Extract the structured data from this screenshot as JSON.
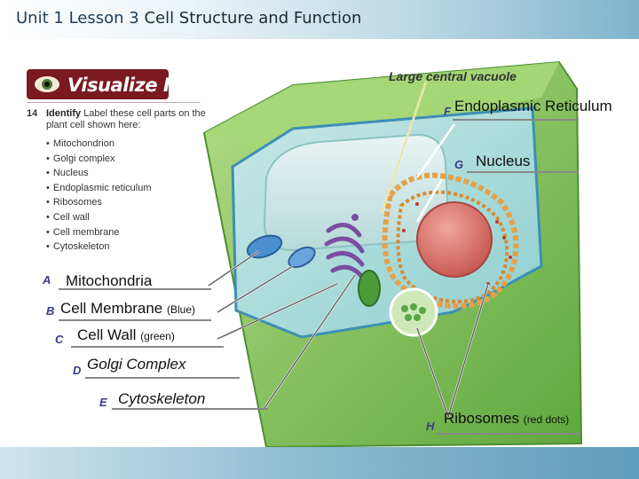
{
  "header": {
    "unit": "Unit 1",
    "lesson": "Lesson 3",
    "title": "Cell Structure and Function"
  },
  "visualize": {
    "banner": "Visualize It!",
    "number": "14",
    "heading_bold": "Identify",
    "heading_rest": "Label these cell parts on the plant cell shown here:",
    "items": [
      "Mitochondrion",
      "Golgi complex",
      "Nucleus",
      "Endoplasmic reticulum",
      "Ribosomes",
      "Cell wall",
      "Cell membrane",
      "Cytoskeleton"
    ]
  },
  "diagram": {
    "vacuole_label": "Large central vacuole"
  },
  "labels": {
    "A": {
      "letter": "A",
      "text": "Mitochondria",
      "note": ""
    },
    "B": {
      "letter": "B",
      "text": "Cell Membrane",
      "note": "(Blue)"
    },
    "C": {
      "letter": "C",
      "text": "Cell Wall",
      "note": "(green)"
    },
    "D": {
      "letter": "D",
      "text": "Golgi Complex",
      "note": ""
    },
    "E": {
      "letter": "E",
      "text": "Cytoskeleton",
      "note": ""
    },
    "F": {
      "letter": "F",
      "text": "Endoplasmic Reticulum",
      "note": ""
    },
    "G": {
      "letter": "G",
      "text": "Nucleus",
      "note": ""
    },
    "H": {
      "letter": "H",
      "text": "Ribosomes",
      "note": "(red dots)"
    }
  },
  "colors": {
    "cell_wall": "#7fc05a",
    "cell_membrane": "#58a8c8",
    "nucleus": "#e07a72",
    "er": "#e5a14a",
    "golgi": "#7a4fa2",
    "accent": "#7a1a20"
  }
}
